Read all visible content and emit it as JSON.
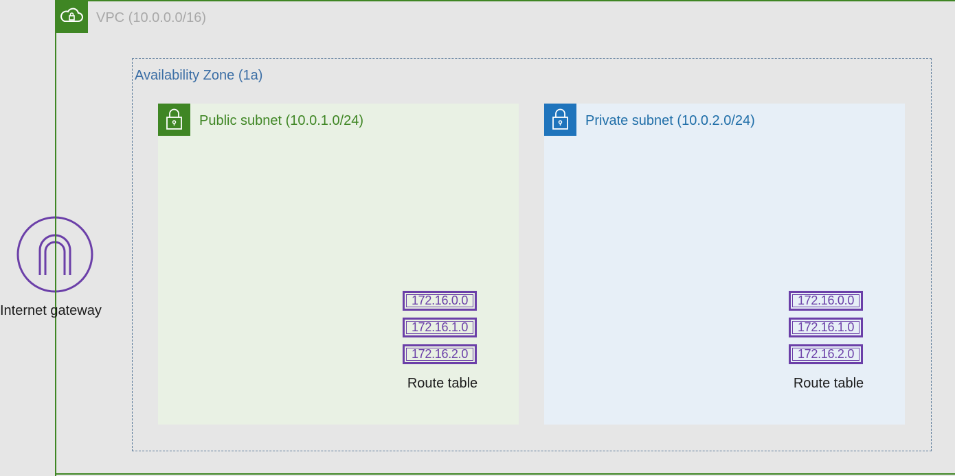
{
  "vpc": {
    "label": "VPC (10.0.0.0/16)",
    "icon": "cloud-lock-icon",
    "color": "#3f8624"
  },
  "availability_zone": {
    "label": "Availability Zone (1a)",
    "color": "#3b6ea5"
  },
  "public_subnet": {
    "label": "Public subnet (10.0.1.0/24)",
    "icon": "lock-icon",
    "color": "#3f8624",
    "route_table": {
      "entries": [
        "172.16.0.0",
        "172.16.1.0",
        "172.16.2.0"
      ],
      "label": "Route table"
    }
  },
  "private_subnet": {
    "label": "Private subnet (10.0.2.0/24)",
    "icon": "lock-icon",
    "color": "#1f74bc",
    "route_table": {
      "entries": [
        "172.16.0.0",
        "172.16.1.0",
        "172.16.2.0"
      ],
      "label": "Route table"
    }
  },
  "internet_gateway": {
    "label": "Internet gateway",
    "icon": "internet-gateway-icon",
    "color": "#6b3fa8"
  }
}
